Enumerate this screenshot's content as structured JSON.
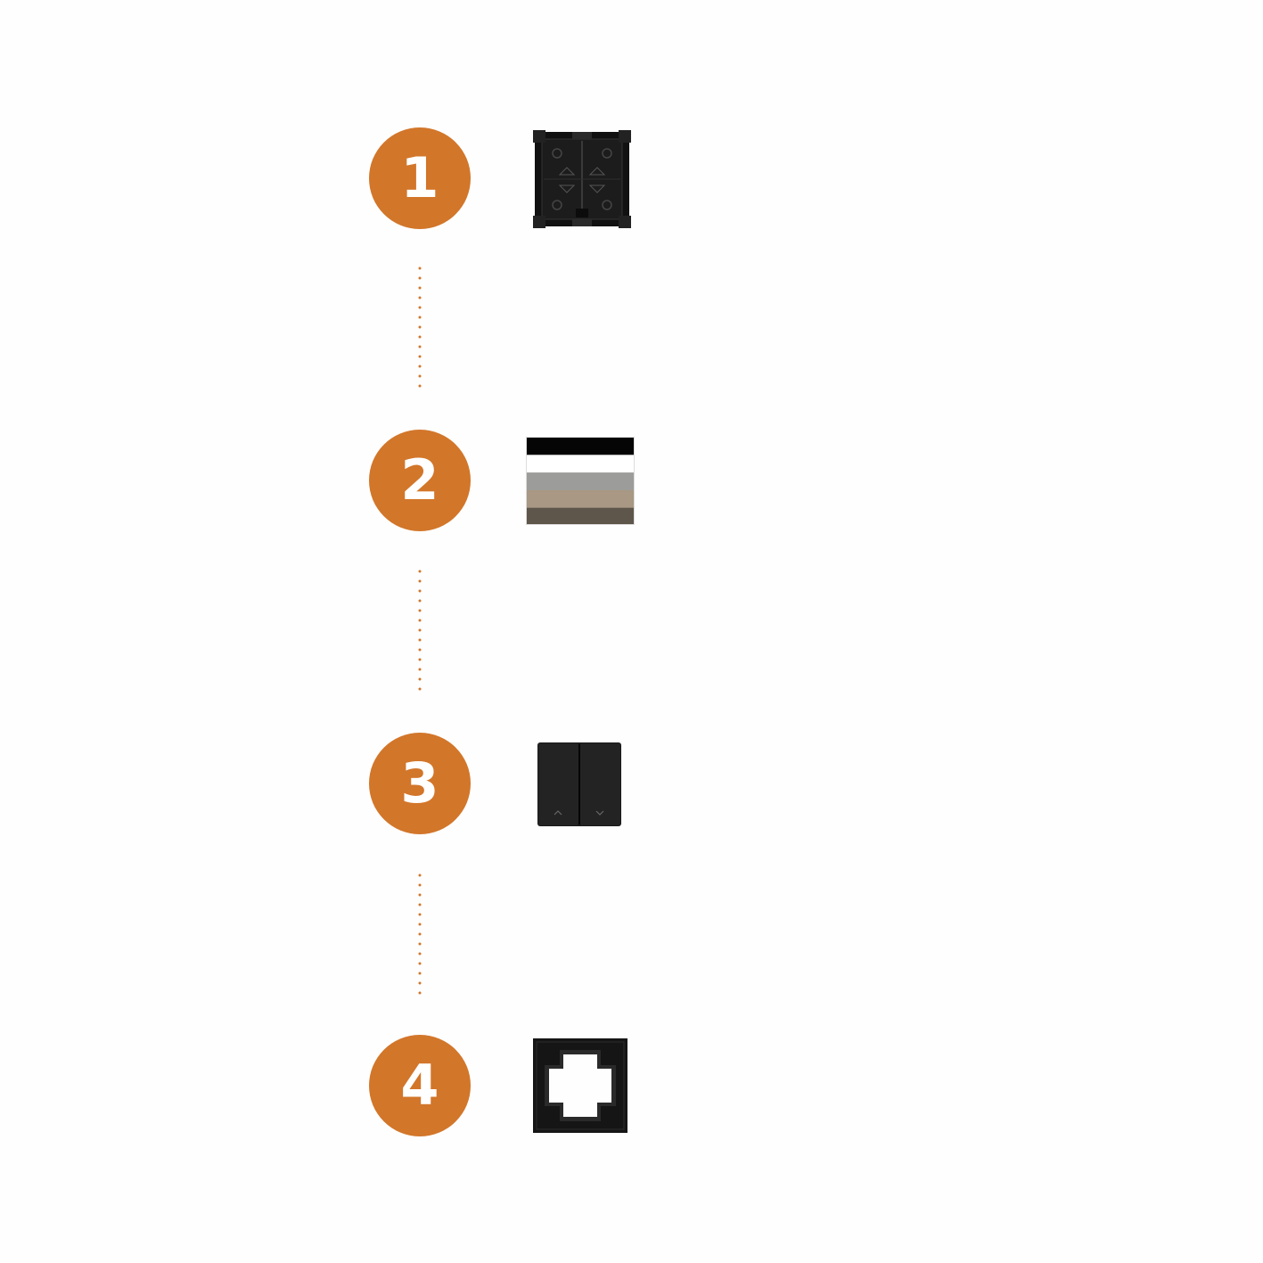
{
  "colors": {
    "accent": "#d2762a",
    "background": "#fefefe",
    "dark": "#111111"
  },
  "steps": [
    {
      "number": "1",
      "icon": "switch-mechanism-icon"
    },
    {
      "number": "2",
      "icon": "color-swatches-icon",
      "swatches": [
        "#050505",
        "#ffffff",
        "#9c9c9a",
        "#a89884",
        "#5e564a"
      ]
    },
    {
      "number": "3",
      "icon": "double-rocker-cover-icon"
    },
    {
      "number": "4",
      "icon": "frame-icon"
    }
  ]
}
